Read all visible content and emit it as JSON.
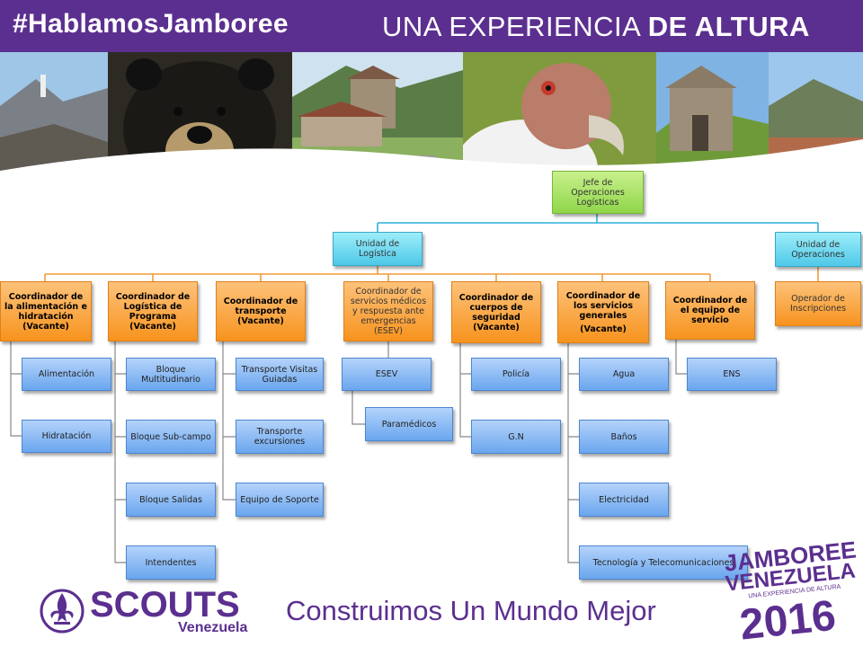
{
  "header": {
    "hashtag": "#HablamosJamboree",
    "headline_regular": "UNA EXPERIENCIA ",
    "headline_bold": "DE ALTURA"
  },
  "org_chart": {
    "root": "Jefe de Operaciones Logísticas",
    "logistica": "Unidad de Logística",
    "operaciones": "Unidad de Operaciones",
    "operaciones_child": "Operador de Inscripciones",
    "coordinators": [
      {
        "title": "Coordinador  de la alimentación e hidratación",
        "status": "(Vacante)",
        "children": [
          "Alimentación",
          "Hidratación"
        ]
      },
      {
        "title": "Coordinador  de Logística de Programa",
        "status": "(Vacante)",
        "children": [
          "Bloque Multitudinario",
          "Bloque Sub-campo",
          "Bloque Salidas",
          "Intendentes"
        ]
      },
      {
        "title": "Coordinador  de transporte",
        "status": "(Vacante)",
        "children": [
          "Transporte Visitas Guiadas",
          "Transporte excursiones",
          "Equipo de Soporte"
        ]
      },
      {
        "title": "Coordinador  de servicios médicos y respuesta ante emergencias (ESEV)",
        "status": "",
        "children": [
          "ESEV"
        ],
        "grandchild": "Paramédicos"
      },
      {
        "title": "Coordinador  de cuerpos de seguridad",
        "status": "(Vacante)",
        "children": [
          "Policía",
          "G.N"
        ]
      },
      {
        "title": "Coordinador  de los servicios generales",
        "status": "(Vacante)",
        "children": [
          "Agua",
          "Baños",
          "Electricidad",
          "Tecnología y Telecomunicaciones"
        ]
      },
      {
        "title": "Coordinador  de el equipo de servicio",
        "status": "",
        "children": [
          "ENS"
        ]
      }
    ]
  },
  "footer": {
    "brand": "SCOUTS",
    "brand_sub": "Venezuela",
    "slogan": "Construimos Un Mundo Mejor",
    "jamboree_line1": "JAMBOREE",
    "jamboree_line2": "VENEZUELA",
    "jamboree_tagline": "UNA EXPERIENCIA DE ALTURA",
    "jamboree_year": "2016"
  },
  "colors": {
    "brand_purple": "#5b2f8f",
    "root_green": "#8fd64a",
    "unit_teal": "#4fc8e8",
    "coordinator_orange": "#f7931e",
    "leaf_blue": "#6aa6ee",
    "connector_teal": "#2fb0d8",
    "connector_orange": "#f39a3a",
    "connector_gray": "#888888"
  }
}
